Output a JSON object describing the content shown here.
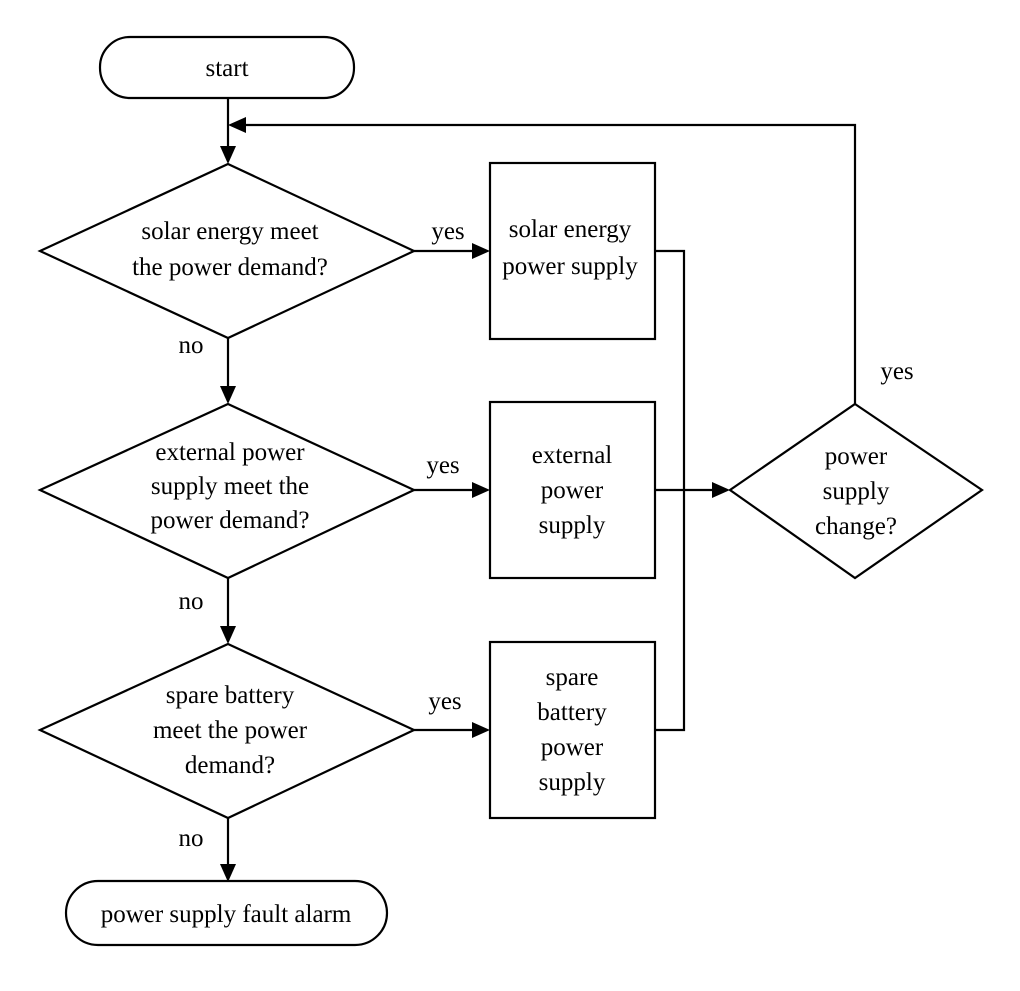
{
  "flowchart": {
    "start": "start",
    "decisions": {
      "solar": [
        "solar energy meet",
        "the power demand?"
      ],
      "external": [
        "external power",
        "supply meet the",
        "power demand?"
      ],
      "battery": [
        "spare battery",
        "meet the  power",
        "demand?"
      ],
      "change": [
        "power",
        "supply",
        "change?"
      ]
    },
    "processes": {
      "solar": [
        "solar energy",
        "power supply"
      ],
      "external": [
        "external",
        "power",
        "supply"
      ],
      "battery": [
        "spare",
        "battery",
        "power",
        "supply"
      ]
    },
    "end": "power supply fault alarm",
    "labels": {
      "yes": "yes",
      "no": "no"
    }
  }
}
